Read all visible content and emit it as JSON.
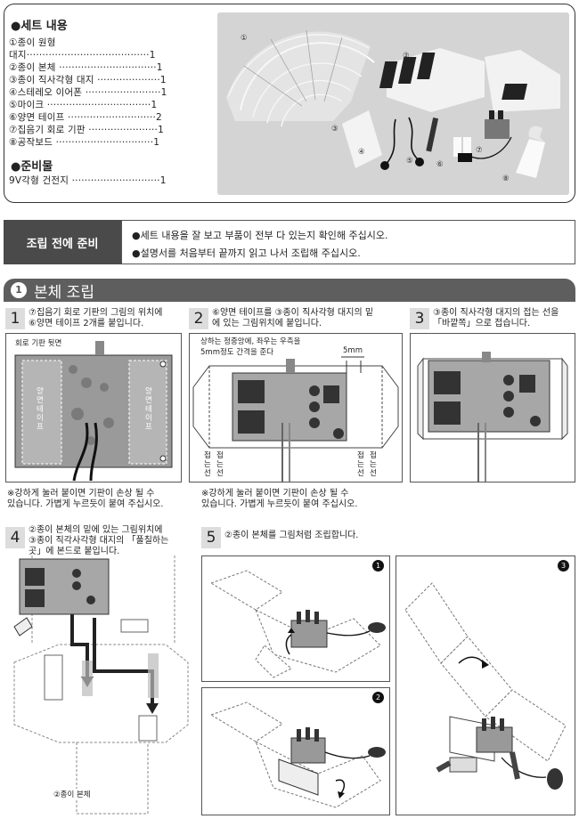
{
  "set": {
    "title": "●세트 내용",
    "items": [
      "①종이                                             원형",
      "대지·······································1",
      "②종이 본체 ·······························1",
      "③종이 직사각형 대지 ····················1",
      "④스테레오 이어폰 ························1",
      "⑤마이크 ·································1",
      "⑥양면 테이프 ····························2",
      "⑦집음기 회로 기판 ······················1",
      "⑧공작보드 ·······························1"
    ],
    "prep_title": "●준비물",
    "prep_item": "9V각형 건전지 ····························1",
    "photo_labels": [
      "①",
      "②",
      "③",
      "④",
      "⑤",
      "⑥",
      "⑦",
      "⑧"
    ]
  },
  "prep": {
    "label": "조립 전에 준비",
    "items": [
      "●세트 내용을 잘 보고 부품이 전부 다 있는지 확인해 주십시오.",
      "●설명서를 처음부터 끝까지 읽고 나서 조립해 주십시오."
    ]
  },
  "section": {
    "num": "1",
    "title": "본체 조립"
  },
  "steps": {
    "s1": {
      "num": "1",
      "line1": "⑦집음기 회로 기판의 그림의 위치에",
      "line2": "⑥양면 테이프 2개를 붙입니다.",
      "caption": "회로 기판 뒷면",
      "tape_left": "양면테이프",
      "tape_right": "양면테이프"
    },
    "s2": {
      "num": "2",
      "line1": "⑥양면 테이프를 ③종이 직사각형 대지의 밑",
      "line2": "에 있는 그림위치에 붙입니다.",
      "cap1": "상하는 정중앙에, 좌우는 우측을",
      "cap2": "5mm정도 간격을 준다",
      "dim": "5mm",
      "fold": "접는선"
    },
    "s3": {
      "num": "3",
      "line1": "③종이 직사각형 대지의 접는 선을",
      "line2": "「바깥쪽」으로 접습니다."
    },
    "note1a": "※강하게 눌러 붙이면 기판이 손상 될 수",
    "note1b": "  있습니다. 가볍게 누르듯이 붙여 주십시오.",
    "note2a": "※강하게 눌러 붙이면 기판이 손상 될 수",
    "note2b": "  있습니다. 가볍게 누르듯이 붙여 주십시오.",
    "s4": {
      "num": "4",
      "line1": "②종이 본체의 밑에 있는 그림위치에",
      "line2": "③종이 직각사각형 대지의 「풀칠하는",
      "line3": "곳」에 본드로 붙입니다.",
      "label": "②종이 본체"
    },
    "s5": {
      "num": "5",
      "line1": "②종이 본체를 그림처럼 조립합니다.",
      "b1": "1",
      "b2": "2",
      "b3": "3"
    }
  }
}
